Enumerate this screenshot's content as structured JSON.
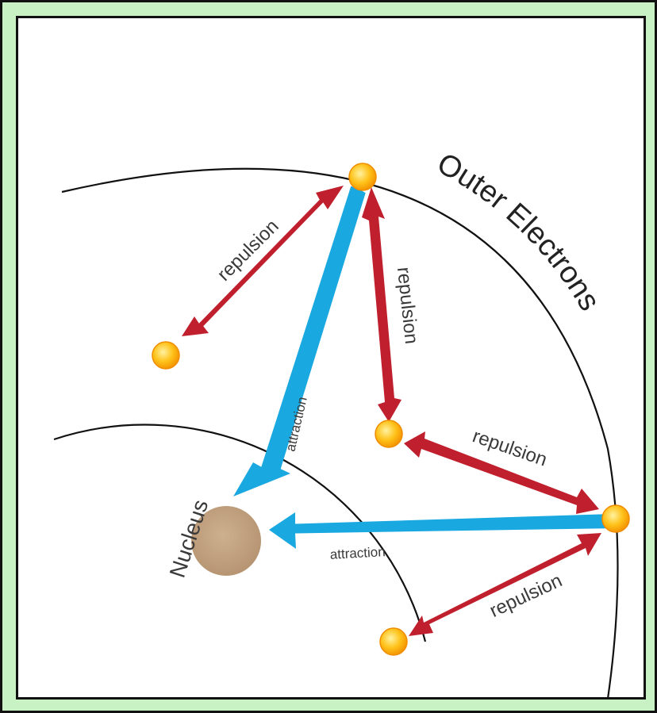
{
  "labels": {
    "outer_electrons": "Outer Electrons",
    "nucleus": "Nucleus",
    "repulsion": "repulsion",
    "attraction": "attraction"
  },
  "colors": {
    "repulsion_arrow": "#c0202e",
    "attraction_arrow": "#1aa8e0",
    "electron_fill": "#ffc21a",
    "electron_stroke": "#f08c00",
    "nucleus_fill": "#c2a282",
    "frame_background": "#c9f2c4",
    "shell_line": "#111111"
  }
}
